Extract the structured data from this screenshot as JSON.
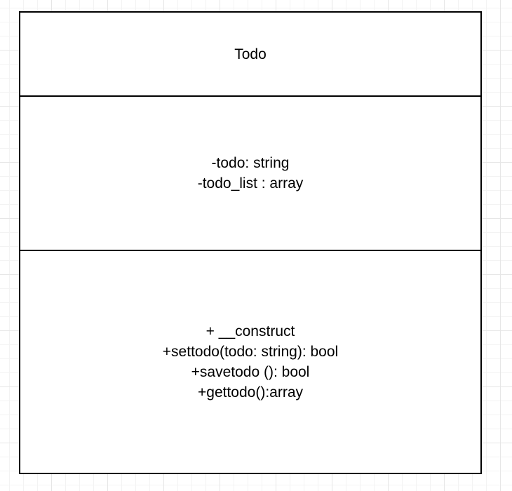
{
  "class": {
    "name": "Todo",
    "attributes": [
      "-todo: string",
      "-todo_list : array"
    ],
    "methods": [
      "+ __construct",
      "+settodo(todo: string): bool",
      "+savetodo (): bool",
      "+gettodo():array"
    ]
  },
  "colors": {
    "border": "#000000",
    "background": "#ffffff",
    "grid": "#e6e6e6"
  }
}
